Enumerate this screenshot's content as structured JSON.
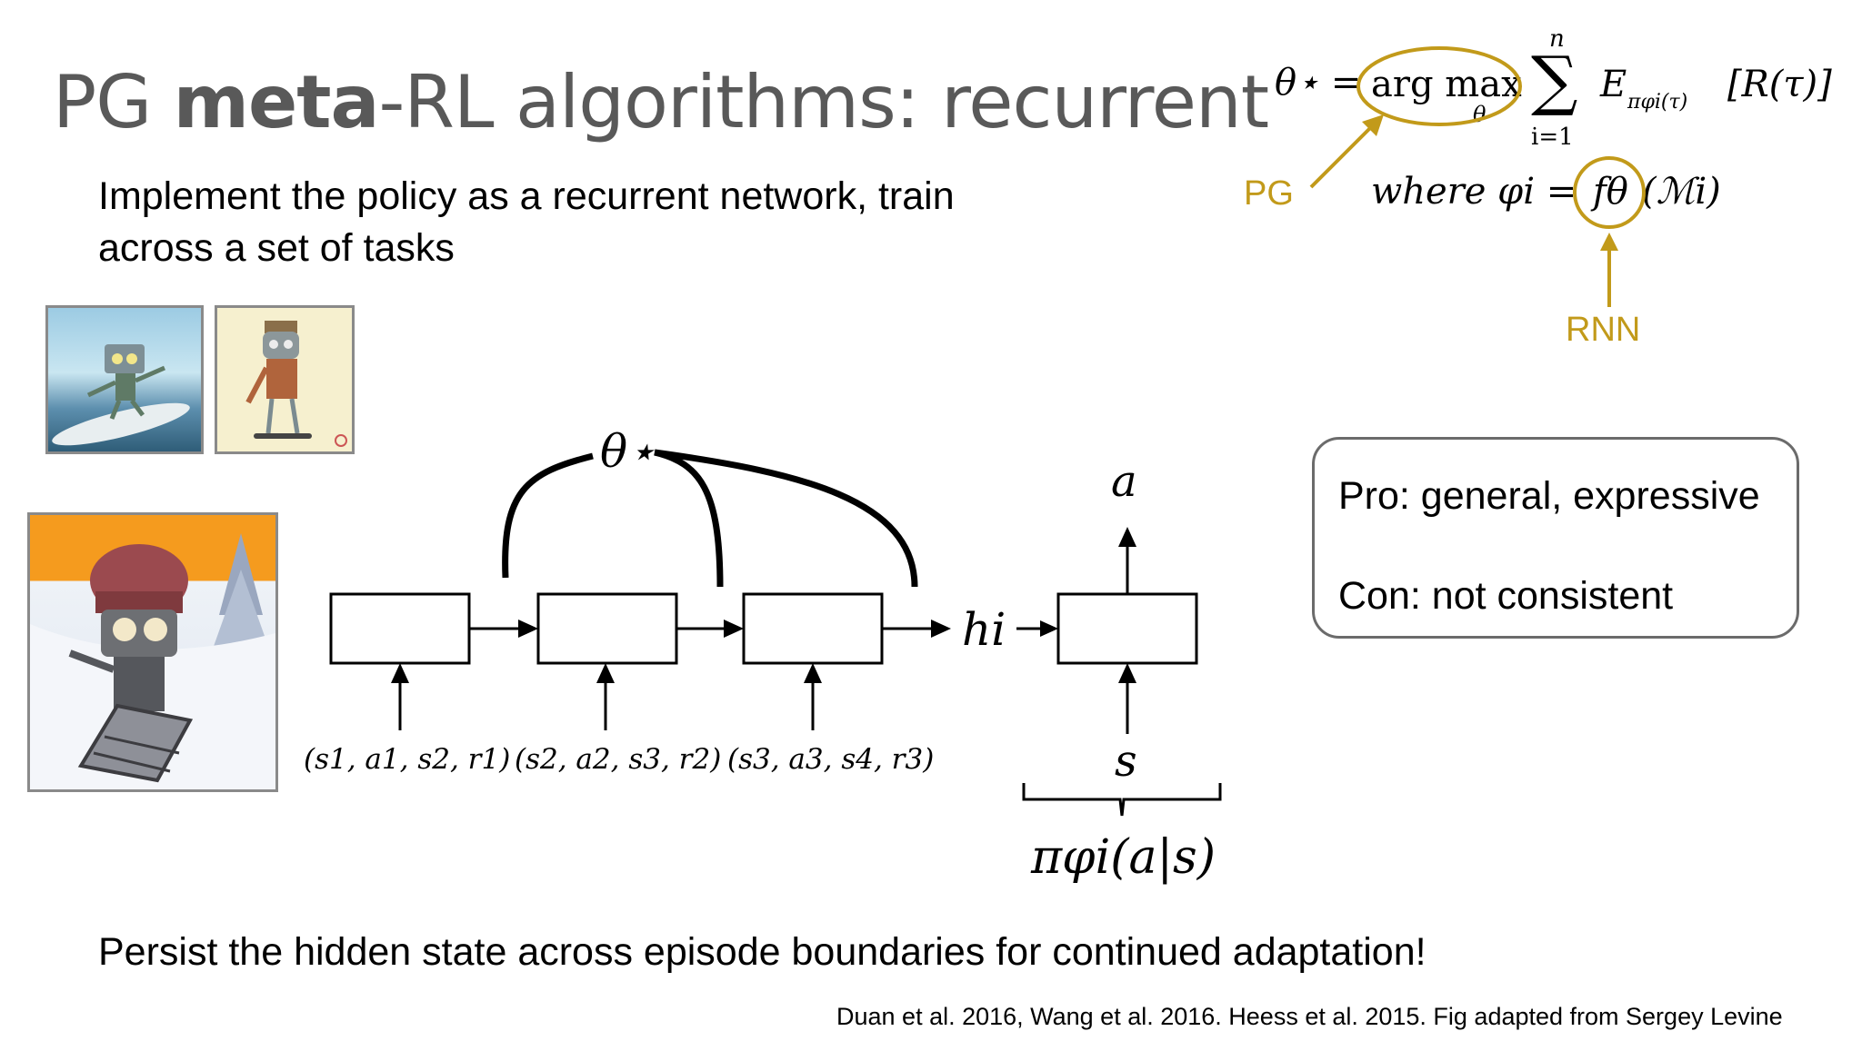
{
  "slide": {
    "title_prefix": "PG ",
    "title_bold": "meta",
    "title_suffix": "-RL algorithms: recurrent",
    "subtitle": "Implement the policy as a recurrent network, train across a set of tasks",
    "bottom_text": "Persist the hidden state across episode boundaries for continued adaptation!",
    "credit": "Duan et al. 2016, Wang et al. 2016. Heess et al. 2015.  Fig adapted from Sergey Levine"
  },
  "equation": {
    "lhs": "θ⋆ =",
    "argmax": "arg max",
    "argmax_sub": "θ",
    "sum_top": "n",
    "sum_sign": "∑",
    "sum_bottom": "i=1",
    "expectation": "E",
    "expectation_sub": "πφi(τ)",
    "reward": "[R(τ)]",
    "where_text": "where φi =",
    "f_theta": "fθ",
    "task": "(ℳi)",
    "pg_label": "PG",
    "rnn_label": "RNN"
  },
  "procon": {
    "pro": "Pro: general, expressive",
    "con": "Con: not consistent"
  },
  "diagram": {
    "theta_star": "θ⋆",
    "inputs": [
      "(s1, a1, s2, r1)",
      "(s2, a2, s3, r2)",
      "(s3, a3, s4, r3)"
    ],
    "hidden": "hi",
    "action": "a",
    "state": "s",
    "policy": "πφi(a|s)"
  },
  "colors": {
    "accent": "#c29a1a",
    "title": "#595959",
    "box_border": "#6b6b6b"
  },
  "images": [
    "robot-surfing-icon",
    "robot-skateboard-icon",
    "robot-sled-icon"
  ]
}
